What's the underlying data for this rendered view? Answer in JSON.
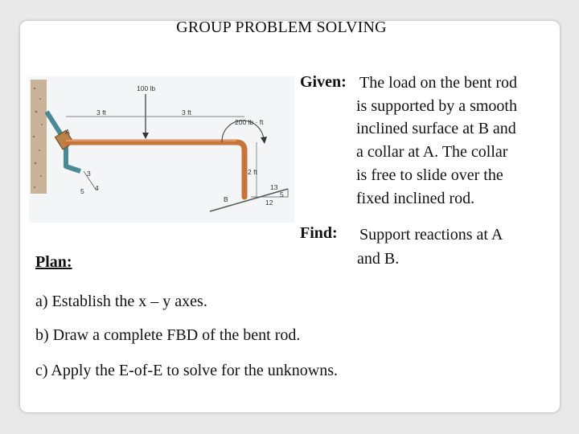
{
  "title": "GROUP PROBLEM SOLVING",
  "given": {
    "label": "Given:",
    "lines": [
      "The load on the bent rod",
      "is supported by a smooth",
      "inclined surface at B and",
      "a collar at A.  The collar",
      "is free to slide over the",
      "fixed inclined rod."
    ]
  },
  "find": {
    "label": "Find:",
    "lines": [
      "Support reactions at A",
      "and B."
    ]
  },
  "plan": {
    "label": "Plan:",
    "steps": [
      "a)  Establish the x – y axes.",
      "b)  Draw a complete FBD of the bent rod.",
      "c)  Apply the E-of-E to solve for the unknowns."
    ]
  },
  "figure": {
    "load": "100 lb",
    "dim_left": "3 ft",
    "dim_right": "3 ft",
    "moment": "200 lb · ft",
    "height": "2 ft",
    "point_a": "A",
    "point_b": "B",
    "slope_a_1": "3",
    "slope_a_2": "4",
    "slope_a_3": "5",
    "slope_b_1": "13",
    "slope_b_2": "5",
    "slope_b_3": "12"
  }
}
